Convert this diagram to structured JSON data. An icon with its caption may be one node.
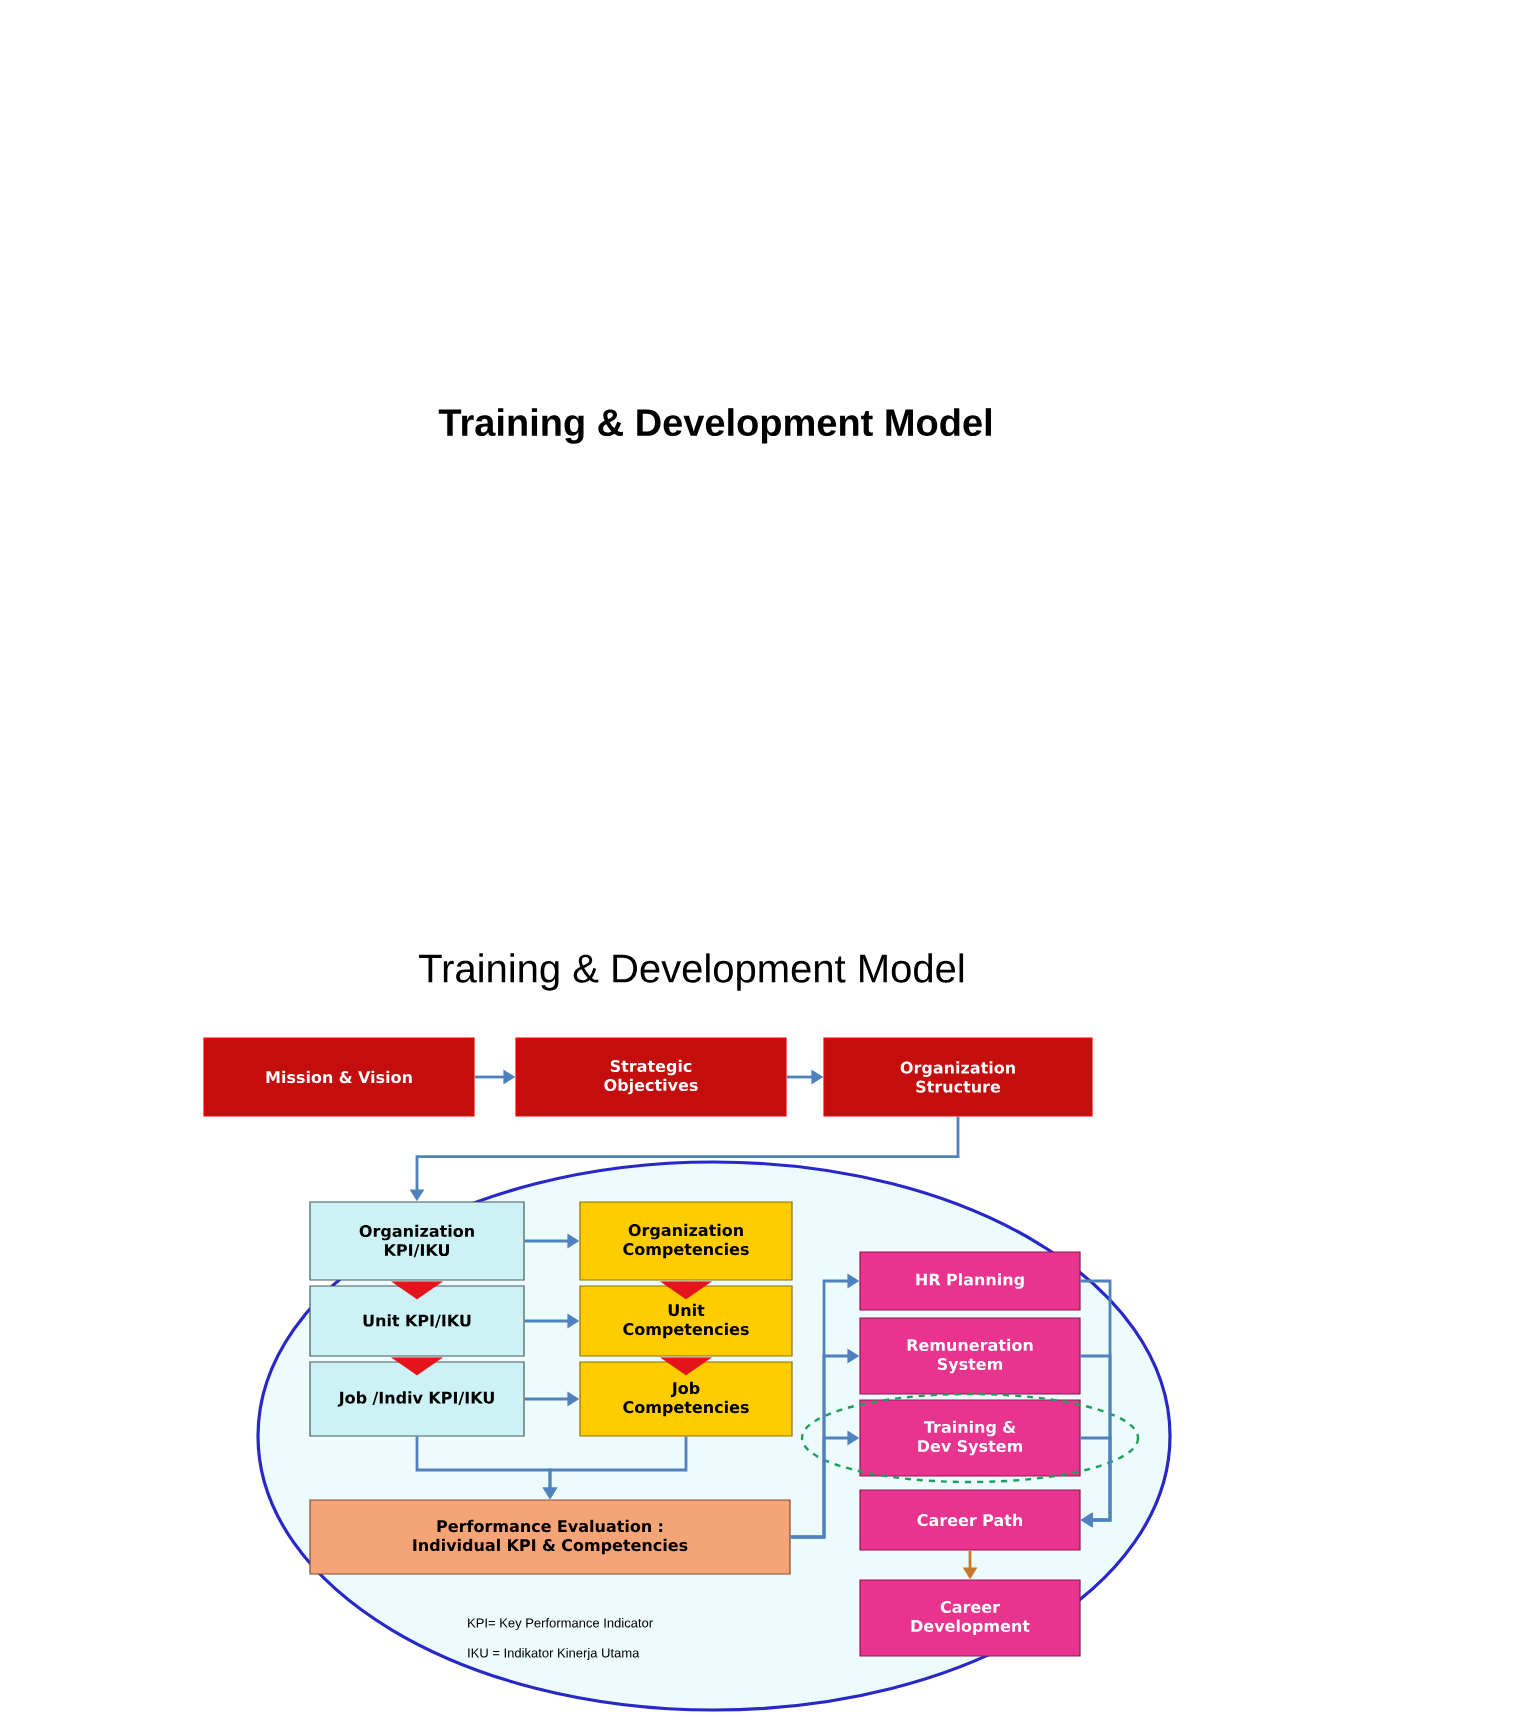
{
  "diagram": {
    "title": "Training & Development Model",
    "nodes": [
      {
        "text": [
          "Mission & Vision"
        ]
      },
      {
        "text": [
          "Strategic Objectives"
        ]
      },
      {
        "text": [
          "Organization Structure"
        ]
      },
      {
        "text": [
          "Organization KPI/IKU"
        ]
      },
      {
        "text": [
          "Unit KPI/IKU"
        ]
      },
      {
        "text": [
          "Job /Indiv KPI/IKU"
        ]
      },
      {
        "text": [
          "Organization Competencies"
        ]
      },
      {
        "text": [
          "Unit Competencies"
        ]
      },
      {
        "text": [
          "Job Competencies"
        ]
      },
      {
        "text": [
          "Performance Evaluation : Individual KPI & Competencies"
        ]
      },
      {
        "text": [
          "HR Planning"
        ]
      },
      {
        "text": [
          "Remuneration System"
        ]
      },
      {
        "text": [
          "Training & Dev System"
        ]
      },
      {
        "text": [
          "Career Path"
        ]
      },
      {
        "text": [
          "Career Development"
        ]
      }
    ],
    "edges": [
      {
        "from": 0,
        "to": 1,
        "arrow": "to"
      },
      {
        "from": 1,
        "to": 2,
        "arrow": "to"
      },
      {
        "from": 2,
        "to": 3,
        "arrow": "to"
      },
      {
        "from": 3,
        "to": 6,
        "arrow": "to"
      },
      {
        "from": 4,
        "to": 7,
        "arrow": "to"
      },
      {
        "from": 5,
        "to": 8,
        "arrow": "to"
      },
      {
        "from": 3,
        "to": 4,
        "arrow": "to",
        "color": "#e3141c"
      },
      {
        "from": 4,
        "to": 5,
        "arrow": "to",
        "color": "#e3141c"
      },
      {
        "from": 6,
        "to": 7,
        "arrow": "to",
        "color": "#e3141c"
      },
      {
        "from": 7,
        "to": 8,
        "arrow": "to",
        "color": "#e3141c"
      },
      {
        "from": 5,
        "to": 9,
        "arrow": "to"
      },
      {
        "from": 8,
        "to": 9,
        "arrow": "to"
      },
      {
        "from": 9,
        "to": 10,
        "arrow": "to"
      },
      {
        "from": 9,
        "to": 11,
        "arrow": "to"
      },
      {
        "from": 9,
        "to": 12,
        "arrow": "to"
      },
      {
        "from": 10,
        "to": 13,
        "arrow": "to"
      },
      {
        "from": 11,
        "to": 13,
        "arrow": "to"
      },
      {
        "from": 12,
        "to": 13,
        "arrow": "to"
      },
      {
        "from": 13,
        "to": 14,
        "arrow": "to",
        "color": "#c8782a"
      }
    ],
    "labels": [
      "Training & Development Model",
      "KPI= Key Performance Indicator",
      "IKU = Indikator Kinerja Utama"
    ]
  }
}
